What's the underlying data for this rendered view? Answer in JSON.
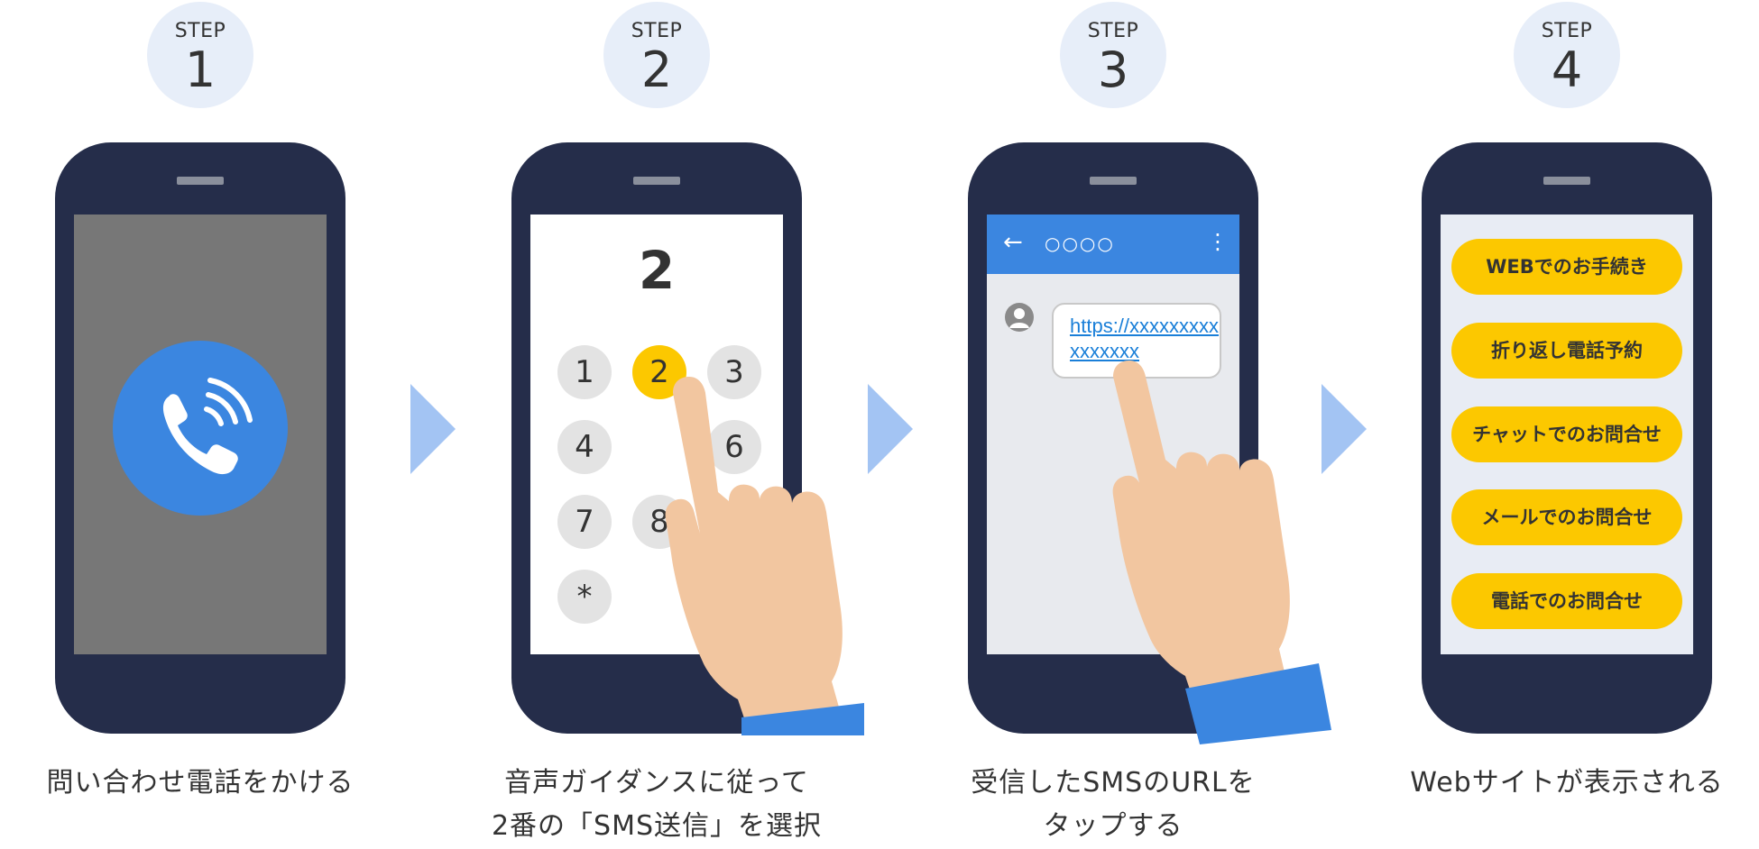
{
  "steps": [
    {
      "label": "STEP",
      "number": "1",
      "caption_lines": [
        "問い合わせ電話をかける"
      ]
    },
    {
      "label": "STEP",
      "number": "2",
      "caption_lines": [
        "音声ガイダンスに従って",
        "2番の「SMS送信」を選択"
      ]
    },
    {
      "label": "STEP",
      "number": "3",
      "caption_lines": [
        "受信したSMSのURLを",
        "タップする"
      ]
    },
    {
      "label": "STEP",
      "number": "4",
      "caption_lines": [
        "Webサイトが表示される"
      ]
    }
  ],
  "dialpad": {
    "display": "2",
    "keys": [
      "1",
      "2",
      "3",
      "4",
      "6",
      "7",
      "8",
      "*"
    ],
    "selected": "2"
  },
  "sms": {
    "sender": "○○○○",
    "back_icon": "←",
    "menu_icon": "⋮",
    "link": "https://xxxxxxxxxxxxxxxx"
  },
  "menu_buttons": [
    "WEBでのお手続き",
    "折り返し電話予約",
    "チャットでのお問合せ",
    "メールでのお問合せ",
    "電話でのお問合せ"
  ],
  "colors": {
    "phone": "#252d4a",
    "accent_blue": "#3b86e0",
    "yellow": "#fcc800",
    "badge": "#e7eef9",
    "arrow": "#a3c4f3",
    "skin": "#f2c6a0"
  }
}
